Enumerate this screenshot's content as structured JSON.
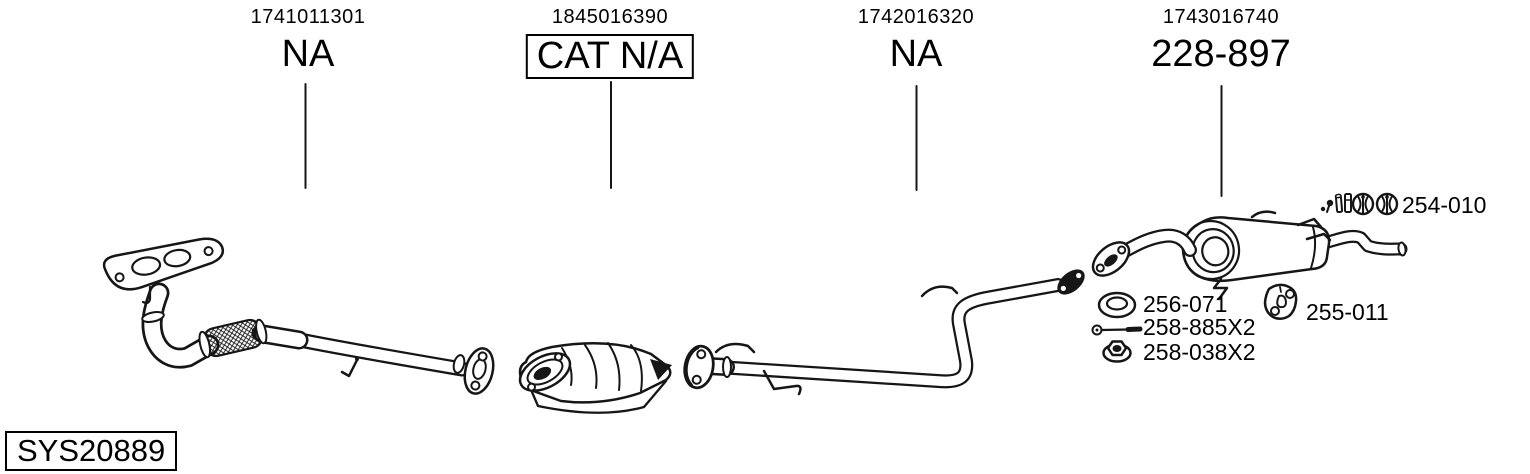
{
  "background_color": "#ffffff",
  "line_color": "#161616",
  "system_id": {
    "code": "SYS20889"
  },
  "part_labels": [
    {
      "part_code": "1741011301",
      "label": "NA",
      "boxed": false
    },
    {
      "part_code": "1845016390",
      "label": "CAT N/A",
      "boxed": true
    },
    {
      "part_code": "1742016320",
      "label": "NA",
      "boxed": false
    },
    {
      "part_code": "1743016740",
      "label": "228-897",
      "boxed": false
    }
  ],
  "hardware_labels": [
    {
      "code": "254-010",
      "icon": "mounting-kit-icon"
    },
    {
      "code": "256-071",
      "icon": "gasket-ring-icon"
    },
    {
      "code": "258-885X2",
      "icon": "bolt-icon"
    },
    {
      "code": "258-038X2",
      "icon": "flange-nut-icon"
    },
    {
      "code": "255-011",
      "icon": "rubber-hanger-icon"
    }
  ]
}
